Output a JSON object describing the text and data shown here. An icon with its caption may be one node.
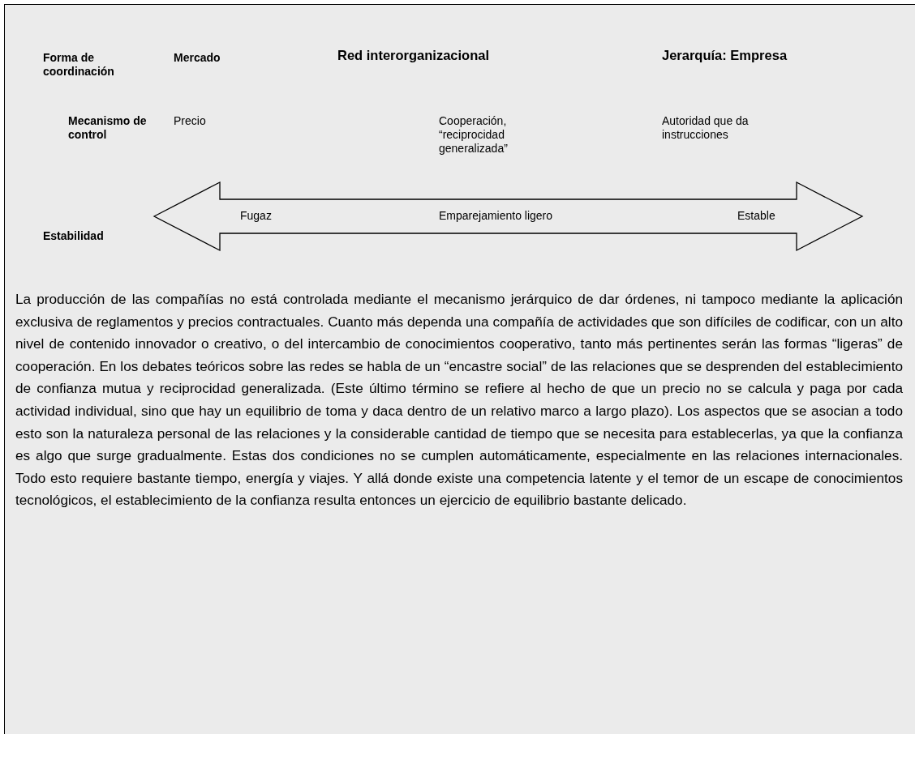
{
  "diagram": {
    "nodes": [
      {
        "text": [
          "Fugaz",
          "Emparejamiento ligero",
          "Estable"
        ]
      }
    ],
    "labels": [
      "Forma de coordinación",
      "Mercado",
      "Red interorganizacional",
      "Jerarquía: Empresa",
      "Mecanismo de control",
      "Precio",
      "Cooperación, “reciprocidad generalizada”",
      "Autoridad que da instrucciones",
      "Estabilidad",
      "La producción de las compañías no está controlada mediante el mecanismo jerárquico de dar órdenes, ni tampoco mediante la aplicación exclusiva de reglamentos y precios contractuales. Cuanto más dependa una compañía de actividades que son difíciles de codificar, con un alto nivel de contenido innovador o creativo, o del intercambio de conocimientos cooperativo, tanto más pertinentes serán las formas “ligeras” de cooperación. En los debates teóricos sobre las redes se habla de un “encastre social” de las relaciones que se desprenden del establecimiento de confianza mutua y reciprocidad generalizada. (Este último término se refiere al hecho de que un precio no se calcula y paga por cada actividad individual, sino que hay un equilibrio de toma y daca dentro de un relativo marco a largo plazo). Los aspectos que se asocian a todo esto son la naturaleza personal de las relaciones y la considerable cantidad de tiempo que se necesita para establecerlas, ya que la confianza es algo que surge gradualmente. Estas dos condiciones no se cumplen automáticamente, especialmente en las relaciones internacionales. Todo esto requiere bastante tiempo, energía y viajes. Y allá donde existe una competencia latente y el temor de un escape de conocimientos tecnológicos, el establecimiento de la confianza resulta entonces un ejercicio de equilibrio bastante delicado."
    ]
  }
}
